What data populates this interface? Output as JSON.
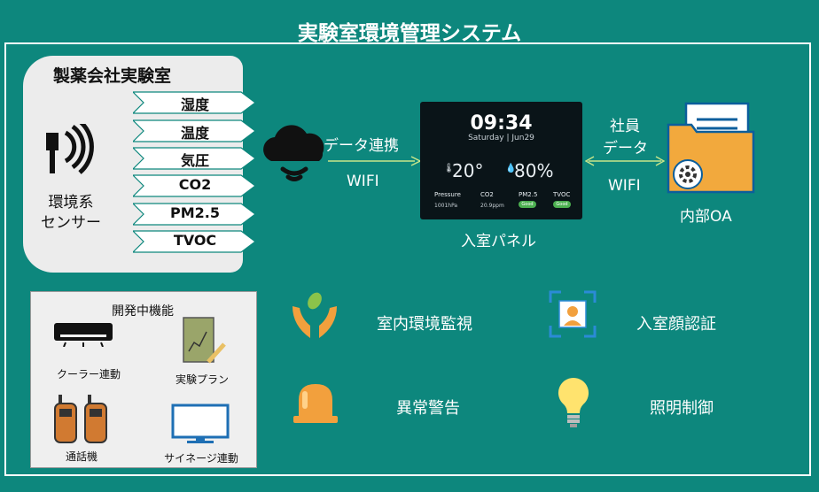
{
  "title": "実験室環境管理システム",
  "lab": {
    "title": "製薬会社実験室",
    "sensor_label_1": "環境系",
    "sensor_label_2": "センサー",
    "sensors": [
      "湿度",
      "温度",
      "気圧",
      "CO2",
      "PM2.5",
      "TVOC"
    ]
  },
  "links": {
    "data_link": "データ連携",
    "wifi_left": "WIFI",
    "employee_1": "社員",
    "employee_2": "データ",
    "wifi_right": "WIFI"
  },
  "panel": {
    "label": "入室パネル",
    "time": "09:34",
    "date": "Saturday | Jun29",
    "temperature": "20°",
    "humidity": "80%",
    "metrics": [
      {
        "name": "Pressure",
        "value": "1001hPa"
      },
      {
        "name": "CO2",
        "value": "20.9ppm"
      },
      {
        "name": "PM2.5",
        "value": "Good"
      },
      {
        "name": "TVOC",
        "value": "Good"
      }
    ]
  },
  "oa": {
    "label": "内部OA"
  },
  "dev": {
    "title": "開発中機能",
    "items": [
      "クーラー連動",
      "実験プラン",
      "通話機",
      "サイネージ連動"
    ]
  },
  "features": [
    "室内環境監視",
    "入室顔認証",
    "異常警告",
    "照明制御"
  ],
  "colors": {
    "background": "#0d877d",
    "arrow": "#c8e68a",
    "orange": "#f2a03d"
  }
}
